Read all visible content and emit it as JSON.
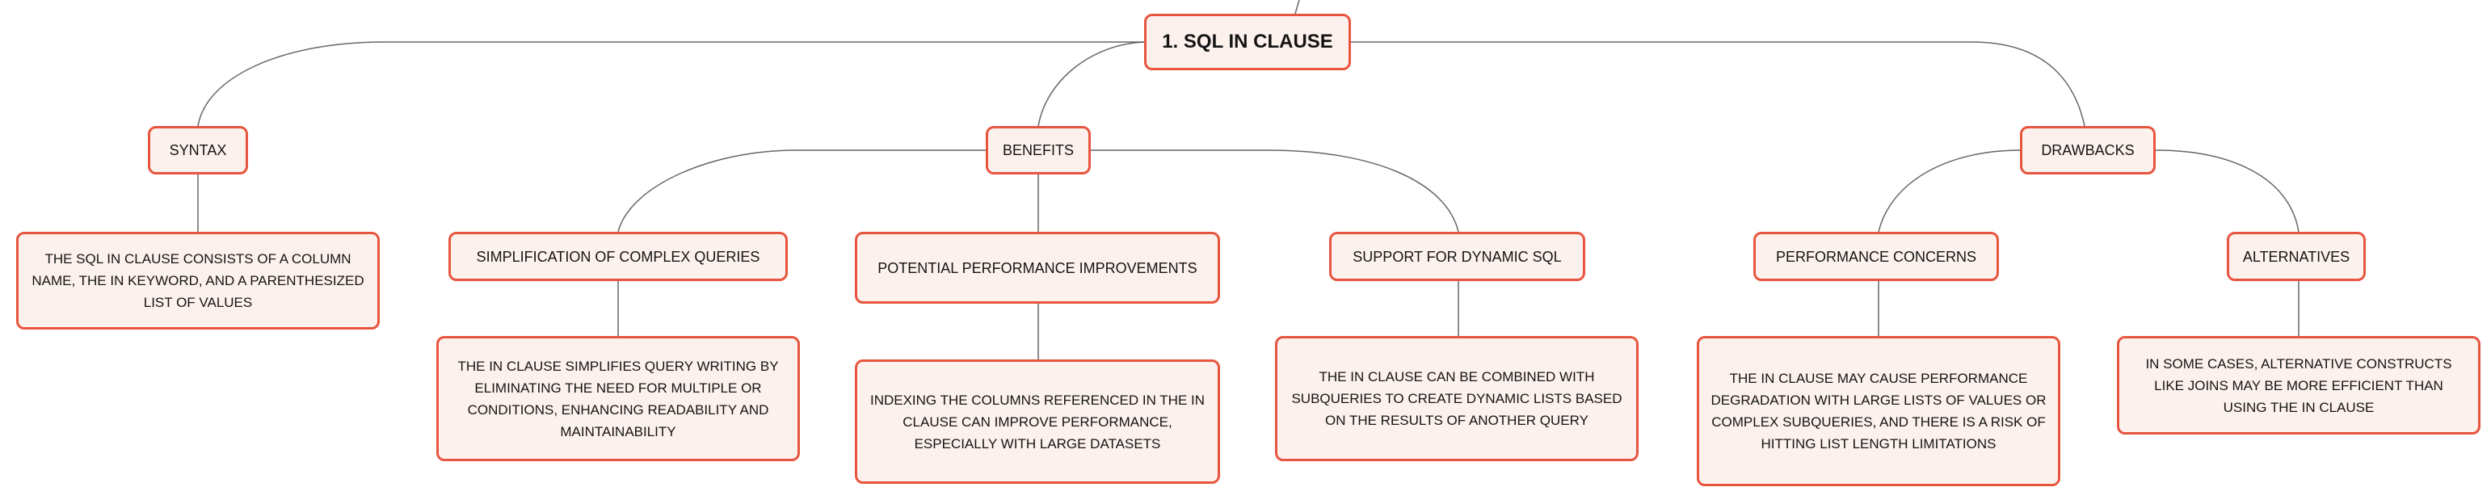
{
  "mindmap": {
    "root": "1. SQL IN CLAUSE",
    "branches": [
      {
        "label": "SYNTAX",
        "topics": [],
        "detail": "THE SQL IN CLAUSE CONSISTS OF A COLUMN NAME, THE IN KEYWORD, AND A PARENTHESIZED LIST OF VALUES"
      },
      {
        "label": "BENEFITS",
        "topics": [
          {
            "label": "SIMPLIFICATION OF COMPLEX QUERIES",
            "detail": "THE IN CLAUSE SIMPLIFIES QUERY WRITING BY ELIMINATING THE NEED FOR MULTIPLE OR CONDITIONS, ENHANCING READABILITY AND MAINTAINABILITY"
          },
          {
            "label": "POTENTIAL PERFORMANCE IMPROVEMENTS",
            "detail": "INDEXING THE COLUMNS REFERENCED IN THE IN CLAUSE CAN IMPROVE PERFORMANCE, ESPECIALLY WITH LARGE DATASETS"
          },
          {
            "label": "SUPPORT FOR DYNAMIC SQL",
            "detail": "THE IN CLAUSE CAN BE COMBINED WITH SUBQUERIES TO CREATE DYNAMIC LISTS BASED ON THE RESULTS OF ANOTHER QUERY"
          }
        ]
      },
      {
        "label": "DRAWBACKS",
        "topics": [
          {
            "label": "PERFORMANCE CONCERNS",
            "detail": "THE IN CLAUSE MAY CAUSE PERFORMANCE DEGRADATION WITH LARGE LISTS OF VALUES OR COMPLEX SUBQUERIES, AND THERE IS A RISK OF HITTING LIST LENGTH LIMITATIONS"
          },
          {
            "label": "ALTERNATIVES",
            "detail": "IN SOME CASES, ALTERNATIVE CONSTRUCTS LIKE JOINS MAY BE MORE EFFICIENT THAN USING THE IN CLAUSE"
          }
        ]
      }
    ]
  },
  "colors": {
    "node_border": "#e8553f",
    "node_fill": "#fdf1ed",
    "connector": "#666666",
    "text": "#141414"
  }
}
